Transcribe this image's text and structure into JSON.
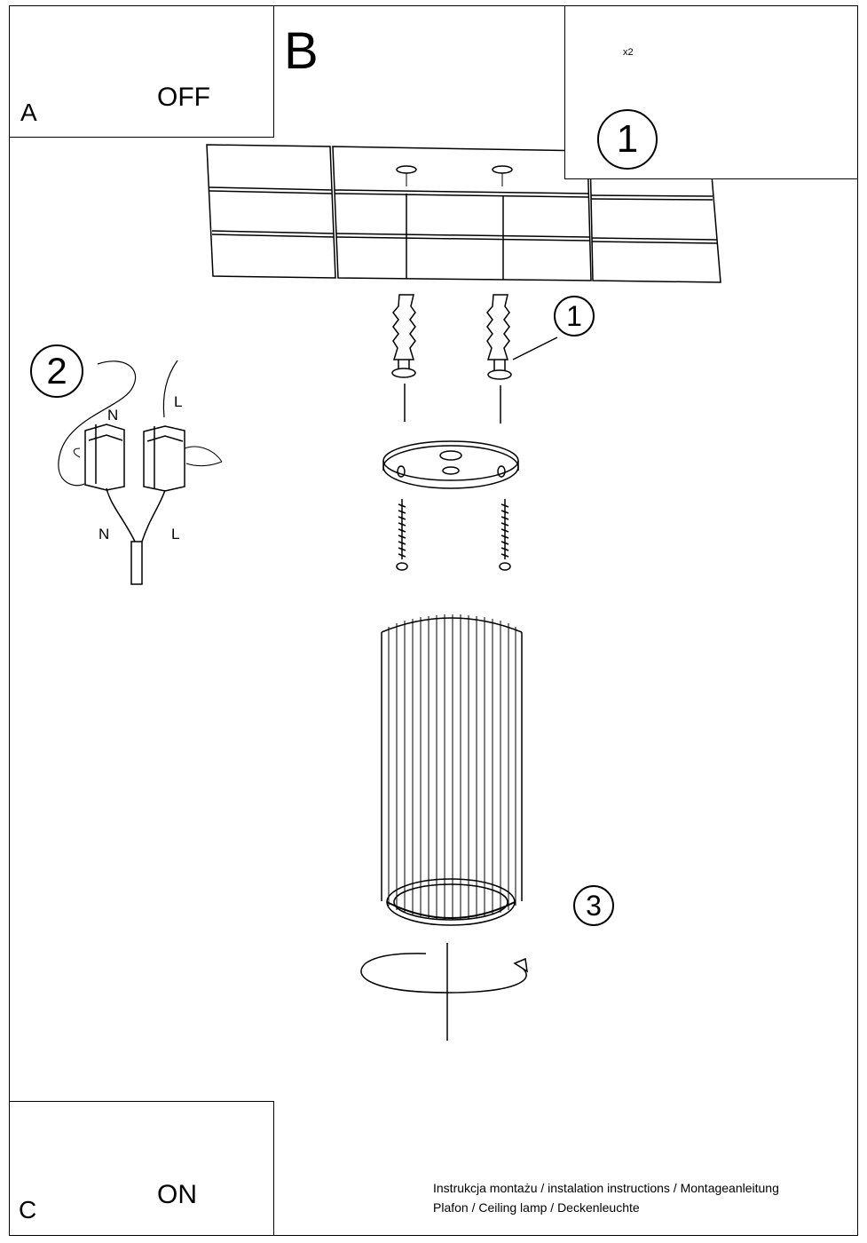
{
  "panel_a": {
    "letter": "A",
    "state": "OFF"
  },
  "panel_b": {
    "letter": "B"
  },
  "panel_c": {
    "letter": "C",
    "state": "ON"
  },
  "tools": {
    "quantity": "x2",
    "step": "1"
  },
  "steps": {
    "anchor": "1",
    "wiring": "2",
    "lamp": "3"
  },
  "wiring": {
    "neutral": "N",
    "live": "L"
  },
  "footer": {
    "line1": "Instrukcja montażu / instalation instructions / Montageanleitung",
    "line2": "Plafon / Ceiling lamp / Deckenleuchte"
  }
}
